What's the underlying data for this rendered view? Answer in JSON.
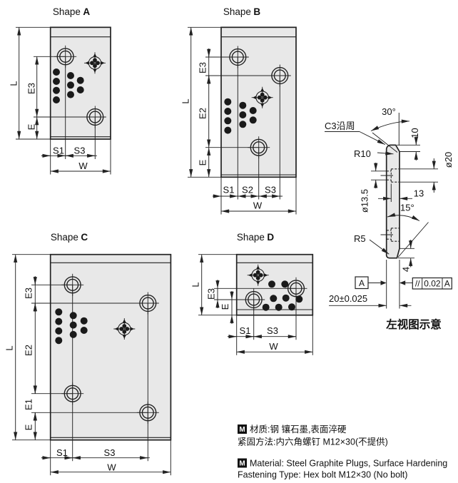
{
  "shapes": {
    "a": {
      "title_prefix": "Shape",
      "title_letter": "A",
      "labels": {
        "L": "L",
        "E3": "E3",
        "E": "E",
        "S1": "S1",
        "S3": "S3",
        "W": "W"
      }
    },
    "b": {
      "title_prefix": "Shape",
      "title_letter": "B",
      "labels": {
        "L": "L",
        "E3": "E3",
        "E2": "E2",
        "E": "E",
        "S1": "S1",
        "S2": "S2",
        "S3": "S3",
        "W": "W"
      }
    },
    "c": {
      "title_prefix": "Shape",
      "title_letter": "C",
      "labels": {
        "L": "L",
        "E3": "E3",
        "E2": "E2",
        "E1": "E1",
        "E": "E",
        "S1": "S1",
        "S3": "S3",
        "W": "W"
      }
    },
    "d": {
      "title_prefix": "Shape",
      "title_letter": "D",
      "labels": {
        "L": "L",
        "E3": "E3",
        "E": "E",
        "S1": "S1",
        "S3": "S3",
        "W": "W"
      }
    }
  },
  "side_view": {
    "angle_top": "30°",
    "chamfer_note": "C3沿周",
    "radius_top": "R10",
    "height_top": "10",
    "dia_counterbore": "ø20",
    "dia_through": "ø13.5",
    "depth": "13",
    "angle_bottom": "15°",
    "radius_bottom": "R5",
    "height_bottom": "4",
    "datum": "A",
    "fcf_symbol": "//",
    "fcf_tolerance": "0.02",
    "fcf_datum": "A",
    "thickness": "20±0.025",
    "caption": "左视图示意"
  },
  "notes": {
    "marker": "M",
    "cn_line1": "材质:钢 镶石墨,表面淬硬",
    "cn_line2": "紧固方法:内六角螺钉 M12×30(不提供)",
    "en_line1": "Material: Steel Graphite Plugs, Surface Hardening",
    "en_line2": "Fastening Type: Hex bolt M12×30 (No bolt)"
  },
  "colors": {
    "plate_fill": "#e8e8e8",
    "line": "#222222",
    "dot": "#1a1a1a"
  }
}
